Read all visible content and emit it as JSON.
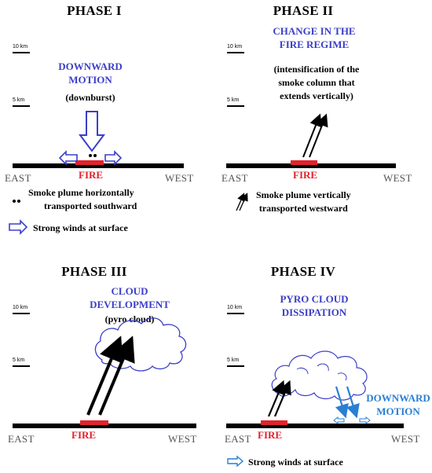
{
  "phases": [
    {
      "title": "PHASE I",
      "blue_label_1": "DOWNWARD",
      "blue_label_2": "MOTION",
      "black_label": "(downburst)",
      "east": "EAST",
      "west": "WEST",
      "fire": "FIRE"
    },
    {
      "title": "PHASE II",
      "blue_label_1": "CHANGE IN THE",
      "blue_label_2": "FIRE REGIME",
      "black_label_1": "(intensification of the",
      "black_label_2": "smoke column that",
      "black_label_3": "extends vertically)",
      "east": "EAST",
      "west": "WEST",
      "fire": "FIRE"
    },
    {
      "title": "PHASE III",
      "blue_label_1": "CLOUD",
      "blue_label_2": "DEVELOPMENT",
      "black_label": "(pyro cloud)",
      "east": "EAST",
      "west": "WEST",
      "fire": "FIRE"
    },
    {
      "title": "PHASE IV",
      "blue_label_1": "PYRO CLOUD",
      "blue_label_2": "DISSIPATION",
      "side_label_1": "DOWNWARD",
      "side_label_2": "MOTION",
      "east": "EAST",
      "west": "WEST",
      "fire": "FIRE"
    }
  ],
  "scale": {
    "top": "10 km",
    "mid": "5 km"
  },
  "legend": {
    "dots_1": "Smoke plume horizontally",
    "dots_2": "transported southward",
    "arrows_1": "Smoke plume vertically",
    "arrows_2": "transported westward",
    "winds": "Strong winds at surface",
    "winds_light": "Strong winds at surface"
  },
  "colors": {
    "blue": "#3b3fc8",
    "light_blue": "#2a7fd4",
    "fire_red": "#e0232d",
    "ground": "#000000"
  }
}
